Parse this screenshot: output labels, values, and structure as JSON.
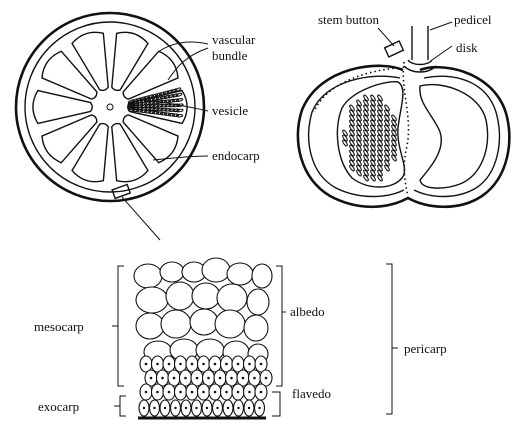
{
  "labels": {
    "vascular_bundle_1": "vascular",
    "vascular_bundle_2": "bundle",
    "vesicle": "vesicle",
    "endocarp": "endocarp",
    "stem_button": "stem button",
    "pedicel": "pedicel",
    "disk": "disk",
    "mesocarp": "mesocarp",
    "exocarp": "exocarp",
    "albedo": "albedo",
    "flavedo": "flavedo",
    "pericarp": "pericarp"
  }
}
